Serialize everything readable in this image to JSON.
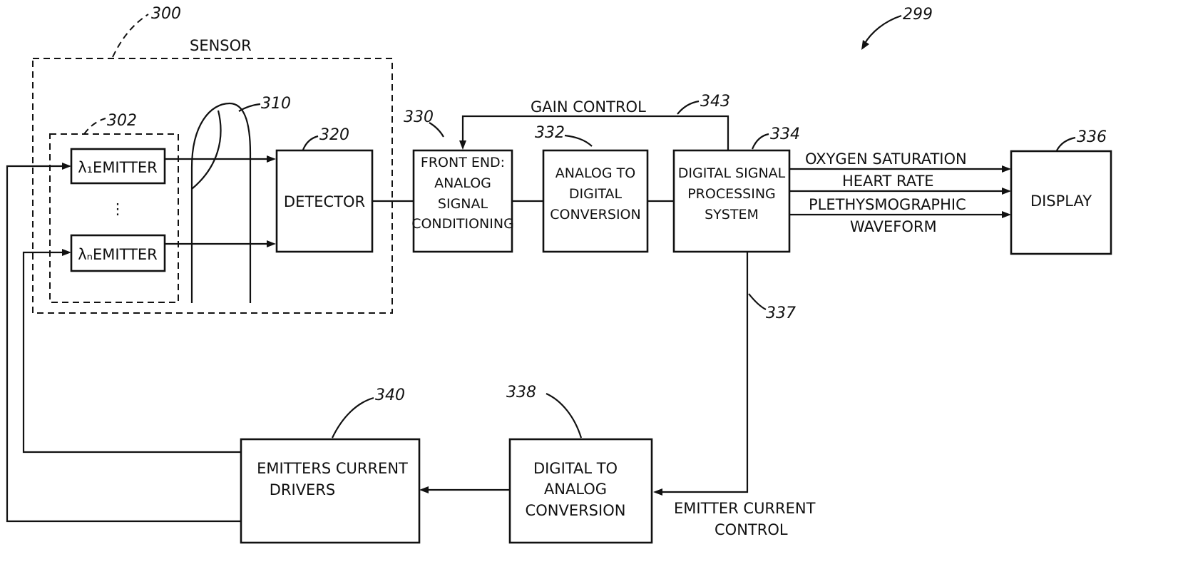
{
  "references": {
    "system": "299",
    "sensor": "300",
    "emitter_group": "302",
    "tissue": "310",
    "detector": "320",
    "front_end": "330",
    "adc": "332",
    "dsp": "334",
    "display": "336",
    "emitter_control_line": "337",
    "dac": "338",
    "drivers": "340",
    "gain_control_line": "343"
  },
  "labels": {
    "sensor": "SENSOR",
    "emitter_1": "λ₁EMITTER",
    "emitter_ellipsis": "⋮",
    "emitter_n": "λₙEMITTER",
    "detector": "DETECTOR",
    "front_end": [
      "FRONT END:",
      "ANALOG",
      "SIGNAL",
      "CONDITIONING"
    ],
    "adc": [
      "ANALOG TO",
      "DIGITAL",
      "CONVERSION"
    ],
    "dsp": [
      "DIGITAL SIGNAL",
      "PROCESSING",
      "SYSTEM"
    ],
    "display": "DISPLAY",
    "gain_control": "GAIN CONTROL",
    "oxygen_saturation": "OXYGEN SATURATION",
    "heart_rate": "HEART RATE",
    "plethysmographic": "PLETHYSMOGRAPHIC",
    "waveform": "WAVEFORM",
    "dac": [
      "DIGITAL TO",
      "ANALOG",
      "CONVERSION"
    ],
    "drivers": [
      "EMITTERS CURRENT",
      "DRIVERS"
    ],
    "emitter_current_control": [
      "EMITTER CURRENT",
      "CONTROL"
    ]
  }
}
